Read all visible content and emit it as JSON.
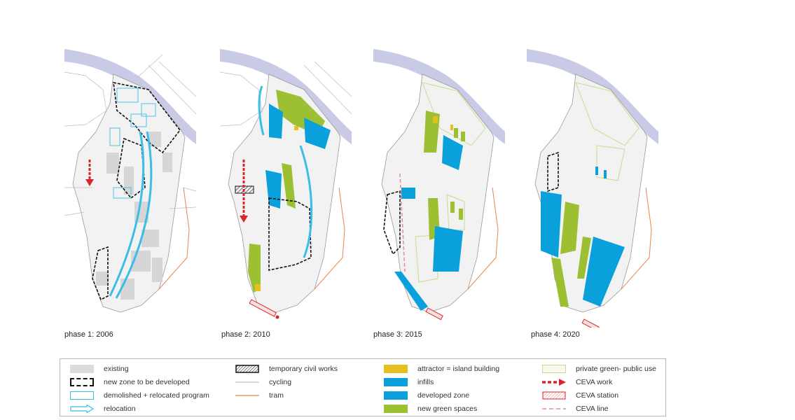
{
  "phases": [
    {
      "label": "phase 1: 2006"
    },
    {
      "label": "phase 2: 2010"
    },
    {
      "label": "phase 3: 2015"
    },
    {
      "label": "phase 4: 2020"
    }
  ],
  "legend": {
    "columns": [
      [
        {
          "key": "existing",
          "label": "existing",
          "symbol": "grey-fill"
        },
        {
          "key": "new-zone",
          "label": "new zone to be developed",
          "symbol": "black-dashed-box"
        },
        {
          "key": "demolished",
          "label": "demolished + relocated program",
          "symbol": "cyan-outline-box"
        },
        {
          "key": "relocation",
          "label": "relocation",
          "symbol": "cyan-arrow"
        }
      ],
      [
        {
          "key": "temp-works",
          "label": "temporary civil works",
          "symbol": "hatched-box"
        },
        {
          "key": "cycling",
          "label": "cycling",
          "symbol": "grey-line"
        },
        {
          "key": "tram",
          "label": "tram",
          "symbol": "orange-line"
        }
      ],
      [
        {
          "key": "attractor",
          "label": "attractor = island building",
          "symbol": "yellow-fill"
        },
        {
          "key": "infills",
          "label": "infills",
          "symbol": "blue-fill"
        },
        {
          "key": "developed",
          "label": "developed zone",
          "symbol": "blue-fill"
        },
        {
          "key": "green",
          "label": "new green spaces",
          "symbol": "green-fill"
        }
      ],
      [
        {
          "key": "private-green",
          "label": "private green- public use",
          "symbol": "light-green-box"
        },
        {
          "key": "ceva-work",
          "label": "CEVA work",
          "symbol": "red-dashed-arrow"
        },
        {
          "key": "ceva-station",
          "label": "CEVA station",
          "symbol": "red-hatched-box"
        },
        {
          "key": "ceva-line",
          "label": "CEVA line",
          "symbol": "pink-dashed-line"
        }
      ]
    ]
  },
  "colors": {
    "existing": "#dcdcdc",
    "blue": "#0aa0dc",
    "green": "#9cc032",
    "yellow": "#e6c01e",
    "cyan": "#3cbde6",
    "tram": "#e8874a",
    "river": "#c9cbe6",
    "ceva": "#d6262a",
    "light_green": "#c8dc8c"
  }
}
